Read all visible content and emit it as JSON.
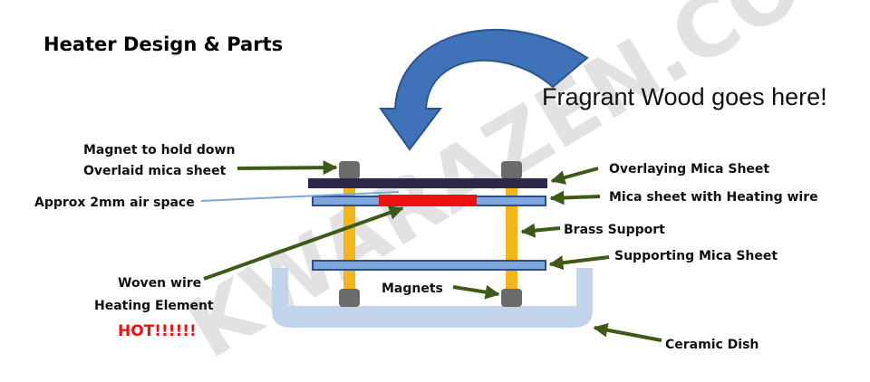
{
  "title": "Heater Design & Parts",
  "watermark": "KWARAZEN.COM",
  "callout": "Fragrant Wood goes here!",
  "labels": {
    "magnet_hold_line1": "Magnet to hold down",
    "magnet_hold_line2": "Overlaid mica sheet",
    "air_space": "Approx 2mm air space",
    "woven_line1": "Woven wire",
    "woven_line2": "Heating Element",
    "hot": "HOT!!!!!!",
    "overlaying_mica": "Overlaying Mica Sheet",
    "mica_heating": "Mica sheet with Heating wire",
    "brass_support": "Brass Support",
    "supporting_mica": "Supporting Mica Sheet",
    "magnets": "Magnets",
    "ceramic_dish": "Ceramic Dish"
  },
  "colors": {
    "arrow_green": "#3d5a17",
    "curved_arrow_blue": "#3f72b8",
    "mica_blue": "#7ea6da",
    "mica_stroke": "#2b4f86",
    "overlay_sheet": "#2c2747",
    "heating_element": "#ee1111",
    "brass": "#f2b51a",
    "magnet_gray": "#6b6b6b",
    "dish": "#c3d3ea",
    "hot_text": "#ee1111"
  }
}
